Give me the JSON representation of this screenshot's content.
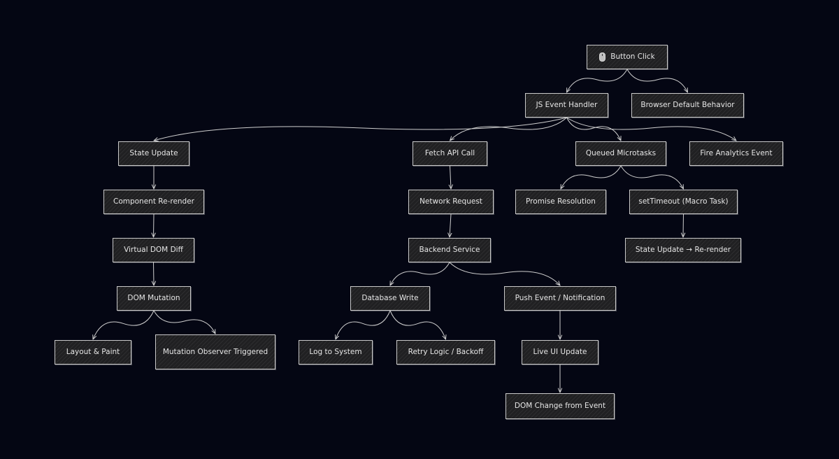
{
  "diagram": {
    "nodes": [
      {
        "id": "button-click",
        "label": "Button Click",
        "icon": "mouse-icon"
      },
      {
        "id": "js-event-handler",
        "label": "JS Event Handler"
      },
      {
        "id": "browser-default",
        "label": "Browser Default Behavior"
      },
      {
        "id": "state-update",
        "label": "State Update"
      },
      {
        "id": "fetch-api",
        "label": "Fetch API Call"
      },
      {
        "id": "queued-microtasks",
        "label": "Queued Microtasks"
      },
      {
        "id": "fire-analytics",
        "label": "Fire Analytics Event"
      },
      {
        "id": "component-rerender",
        "label": "Component Re-render"
      },
      {
        "id": "network-request",
        "label": "Network Request"
      },
      {
        "id": "promise-resolution",
        "label": "Promise Resolution"
      },
      {
        "id": "settimeout",
        "label": "setTimeout (Macro Task)"
      },
      {
        "id": "virtual-dom-diff",
        "label": "Virtual DOM Diff"
      },
      {
        "id": "backend-service",
        "label": "Backend Service"
      },
      {
        "id": "state-update-rerender",
        "label": "State Update → Re-render"
      },
      {
        "id": "dom-mutation",
        "label": "DOM Mutation"
      },
      {
        "id": "database-write",
        "label": "Database Write"
      },
      {
        "id": "push-event",
        "label": "Push Event / Notification"
      },
      {
        "id": "layout-paint",
        "label": "Layout & Paint"
      },
      {
        "id": "mutation-observer",
        "label": "Mutation Observer Triggered"
      },
      {
        "id": "log-system",
        "label": "Log to System"
      },
      {
        "id": "retry-logic",
        "label": "Retry Logic / Backoff"
      },
      {
        "id": "live-ui-update",
        "label": "Live UI Update"
      },
      {
        "id": "dom-change-event",
        "label": "DOM Change from Event"
      }
    ],
    "edges": [
      {
        "from": "button-click",
        "to": "js-event-handler"
      },
      {
        "from": "button-click",
        "to": "browser-default"
      },
      {
        "from": "js-event-handler",
        "to": "state-update"
      },
      {
        "from": "js-event-handler",
        "to": "fetch-api"
      },
      {
        "from": "js-event-handler",
        "to": "queued-microtasks"
      },
      {
        "from": "js-event-handler",
        "to": "fire-analytics"
      },
      {
        "from": "state-update",
        "to": "component-rerender"
      },
      {
        "from": "component-rerender",
        "to": "virtual-dom-diff"
      },
      {
        "from": "virtual-dom-diff",
        "to": "dom-mutation"
      },
      {
        "from": "dom-mutation",
        "to": "layout-paint"
      },
      {
        "from": "dom-mutation",
        "to": "mutation-observer"
      },
      {
        "from": "fetch-api",
        "to": "network-request"
      },
      {
        "from": "network-request",
        "to": "backend-service"
      },
      {
        "from": "backend-service",
        "to": "database-write"
      },
      {
        "from": "backend-service",
        "to": "push-event"
      },
      {
        "from": "database-write",
        "to": "log-system"
      },
      {
        "from": "database-write",
        "to": "retry-logic"
      },
      {
        "from": "push-event",
        "to": "live-ui-update"
      },
      {
        "from": "live-ui-update",
        "to": "dom-change-event"
      },
      {
        "from": "queued-microtasks",
        "to": "promise-resolution"
      },
      {
        "from": "queued-microtasks",
        "to": "settimeout"
      },
      {
        "from": "settimeout",
        "to": "state-update-rerender"
      }
    ]
  }
}
